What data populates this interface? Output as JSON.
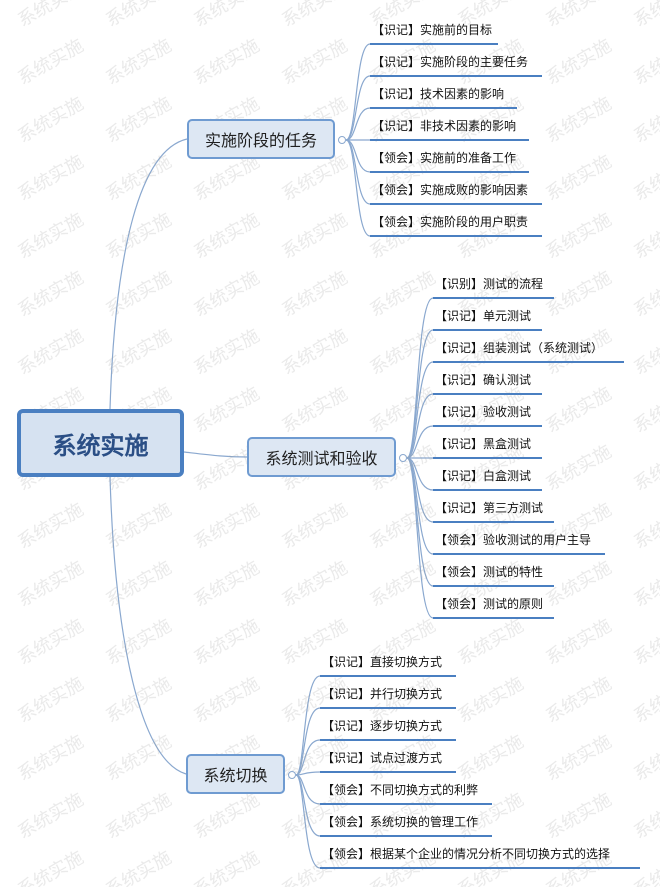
{
  "root": {
    "label": "系统实施"
  },
  "branches": [
    {
      "label": "实施阶段的任务",
      "items": [
        "【识记】实施前的目标",
        "【识记】实施阶段的主要任务",
        "【识记】技术因素的影响",
        "【识记】非技术因素的影响",
        "【领会】实施前的准备工作",
        "【领会】实施成败的影响因素",
        "【领会】实施阶段的用户职责"
      ]
    },
    {
      "label": "系统测试和验收",
      "items": [
        "【识别】测试的流程",
        "【识记】单元测试",
        "【识记】组装测试（系统测试）",
        "【识记】确认测试",
        "【识记】验收测试",
        "【识记】黑盒测试",
        "【识记】白盒测试",
        "【识记】第三方测试",
        "【领会】验收测试的用户主导",
        "【领会】测试的特性",
        "【领会】测试的原则"
      ]
    },
    {
      "label": "系统切换",
      "items": [
        "【识记】直接切换方式",
        "【识记】并行切换方式",
        "【识记】逐步切换方式",
        "【识记】试点过渡方式",
        "【领会】不同切换方式的利弊",
        "【领会】系统切换的管理工作",
        "【领会】根据某个企业的情况分析不同切换方式的选择"
      ]
    }
  ],
  "watermark": "系统实施",
  "colors": {
    "line": "#4a7fc1",
    "branch_fill": "#dde7f3",
    "root_fill": "#d6e2f1",
    "root_text": "#2b4f86"
  }
}
